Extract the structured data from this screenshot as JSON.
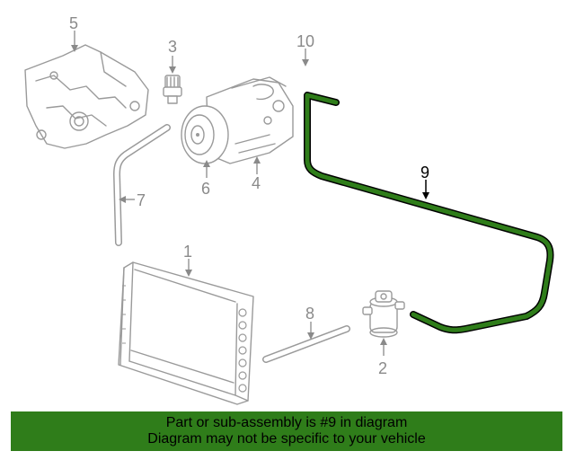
{
  "callouts": {
    "c1": "1",
    "c2": "2",
    "c3": "3",
    "c4": "4",
    "c5": "5",
    "c6": "6",
    "c7": "7",
    "c8": "8",
    "c9": "9",
    "c10": "10"
  },
  "highlight": {
    "part": "9",
    "color": "#2f7d1a",
    "outline_color": "#000000"
  },
  "banner": {
    "line1": "Part or sub-assembly is #9 in diagram",
    "line2": "Diagram may not be specific to your vehicle",
    "background": "#2f7d1a"
  }
}
